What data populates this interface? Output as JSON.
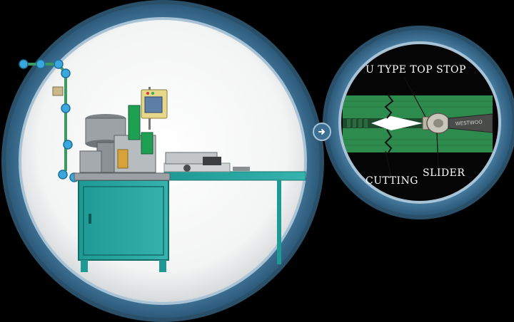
{
  "callouts": {
    "top_stop": "U TYPE TOP STOP",
    "cutting": "CUTTING",
    "slider": "SLIDER"
  },
  "zipper_pull_text": "WESTWOO",
  "icons": {
    "next": "arrow-right-circle-icon"
  },
  "colors": {
    "background": "#000000",
    "ring": "#3d6f92",
    "ring_highlight": "#a9c3d6",
    "machine_teal": "#2aa6a2",
    "zipper_green": "#2e8b4e",
    "guide_dot": "#3aa8dc"
  }
}
